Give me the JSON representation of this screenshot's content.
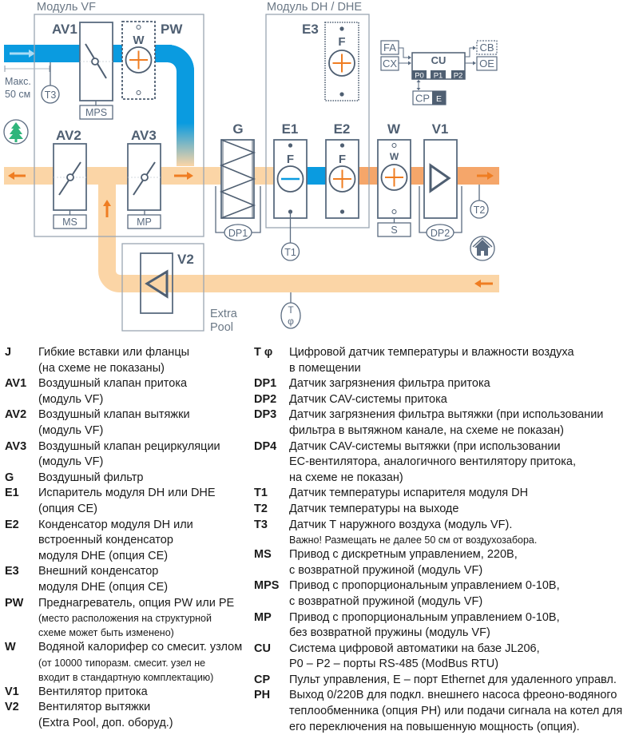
{
  "colors": {
    "outline": "#5a6b80",
    "module_border": "#9aa6b2",
    "fresh_air": "#0a9be0",
    "exhaust_air": "#fbd5a6",
    "warm_air": "#f5a66a",
    "accent_orange": "#ef7d22",
    "tree_green": "#2fb57b"
  },
  "diagram": {
    "modules": {
      "vf": "Модуль VF",
      "dh": "Модуль DH / DHE",
      "extra_pool_line1": "Extra",
      "extra_pool_line2": "Pool"
    },
    "components": {
      "av1": "AV1",
      "pw": "PW",
      "pw_inner": "W",
      "mps": "MPS",
      "av2": "AV2",
      "ms": "MS",
      "av3": "AV3",
      "mp": "MP",
      "g": "G",
      "dp1": "DP1",
      "e1": "E1",
      "e1_inner": "F",
      "e2": "E2",
      "e2_inner": "F",
      "e3": "E3",
      "e3_inner": "F",
      "w": "W",
      "w_inner": "W",
      "s": "S",
      "v1": "V1",
      "dp2": "DP2",
      "v2": "V2",
      "t1": "T1",
      "t2": "T2",
      "t3": "T3",
      "tphi_t": "T",
      "tphi_phi": "φ"
    },
    "intake_note_line1": "Макс.",
    "intake_note_line2": "50 см",
    "control": {
      "fa": "FA",
      "cx": "CX",
      "cu": "CU",
      "p0": "P0",
      "p1": "P1",
      "p2": "P2",
      "cb": "CB",
      "oe": "OE",
      "cp": "CP",
      "e": "E"
    },
    "icons": {
      "outdoor": "tree-icon",
      "indoor": "house-icon"
    }
  },
  "legend_left": [
    {
      "code": "J",
      "lines": [
        {
          "t": "Гибкие вставки или фланцы"
        },
        {
          "t": "(на схеме не показаны)"
        }
      ]
    },
    {
      "code": "AV1",
      "lines": [
        {
          "t": "Воздушный клапан притока"
        },
        {
          "t": "(модуль VF)"
        }
      ]
    },
    {
      "code": "AV2",
      "lines": [
        {
          "t": "Воздушный клапан вытяжки"
        },
        {
          "t": "(модуль VF)"
        }
      ]
    },
    {
      "code": "AV3",
      "lines": [
        {
          "t": "Воздушный клапан рециркуляции"
        },
        {
          "t": "(модуль VF)"
        }
      ]
    },
    {
      "code": "G",
      "lines": [
        {
          "t": "Воздушный фильтр"
        }
      ]
    },
    {
      "code": "E1",
      "lines": [
        {
          "t": "Испаритель модуля DH или DHE"
        },
        {
          "t": "(опция CE)"
        }
      ]
    },
    {
      "code": "E2",
      "lines": [
        {
          "t": "Конденсатор модуля DH или"
        },
        {
          "t": "встроенный конденсатор"
        },
        {
          "t": "модуля DHE (опция CE)"
        }
      ]
    },
    {
      "code": "E3",
      "lines": [
        {
          "t": "Внешний конденсатор"
        },
        {
          "t": "модуля DHE (опция CE)"
        }
      ]
    },
    {
      "code": "PW",
      "lines": [
        {
          "t": "Преднагреватель, опция PW или PE"
        },
        {
          "t": "(место расположения на структурной",
          "small": true
        },
        {
          "t": "схеме может быть изменено)",
          "small": true
        }
      ]
    },
    {
      "code": "W",
      "lines": [
        {
          "t": "Водяной калорифер со смесит. узлом"
        },
        {
          "t": "(от 10000 типоразм. смесит. узел не",
          "small": true
        },
        {
          "t": "входит в стандартную комплектацию)",
          "small": true
        }
      ]
    },
    {
      "code": "V1",
      "lines": [
        {
          "t": "Вентилятор притока"
        }
      ]
    },
    {
      "code": "V2",
      "lines": [
        {
          "t": "Вентилятор вытяжки"
        },
        {
          "t": "(Extra Pool, доп. оборуд.)"
        }
      ]
    }
  ],
  "legend_right": [
    {
      "code": "T φ",
      "lines": [
        {
          "t": "Цифровой датчик температуры и влажности воздуха"
        },
        {
          "t": "в помещении"
        }
      ]
    },
    {
      "code": "DP1",
      "lines": [
        {
          "t": "Датчик загрязнения фильтра притока"
        }
      ]
    },
    {
      "code": "DP2",
      "lines": [
        {
          "t": "Датчик CAV-системы притока"
        }
      ]
    },
    {
      "code": "DP3",
      "lines": [
        {
          "t": "Датчик загрязнения фильтра вытяжки (при использовании"
        },
        {
          "t": "фильтра в вытяжном канале, на схеме не показан)"
        }
      ]
    },
    {
      "code": "DP4",
      "lines": [
        {
          "t": "Датчик CAV-системы вытяжки (при использовании"
        },
        {
          "t": "EC-вентилятора, аналогичного вентилятору притока,"
        },
        {
          "t": "на схеме не показан)"
        }
      ]
    },
    {
      "code": "T1",
      "lines": [
        {
          "t": "Датчик температуры испарителя модуля DH"
        }
      ]
    },
    {
      "code": "T2",
      "lines": [
        {
          "t": "Датчик температуры на выходе"
        }
      ]
    },
    {
      "code": "T3",
      "lines": [
        {
          "t": "Датчик Т наружного воздуха (модуль VF)."
        },
        {
          "t": "Важно! Размещать не далее 50 см от воздухозабора.",
          "small": true
        }
      ]
    },
    {
      "code": "MS",
      "lines": [
        {
          "t": "Привод с дискретным управлением, 220В,"
        },
        {
          "t": "с возвратной пружиной (модуль VF)"
        }
      ]
    },
    {
      "code": "MPS",
      "lines": [
        {
          "t": "Привод с пропорциональным управлением 0-10В,"
        },
        {
          "t": "с возвратной пружиной (модуль VF)"
        }
      ]
    },
    {
      "code": "MP",
      "lines": [
        {
          "t": "Привод с пропорциональным управлением 0-10В,"
        },
        {
          "t": "без возвратной пружины (модуль VF)"
        }
      ]
    },
    {
      "code": "CU",
      "lines": [
        {
          "t": "Система цифровой автоматики на базе JL206,"
        },
        {
          "t": "P0 – P2 – порты RS-485 (ModBus RTU)"
        }
      ]
    },
    {
      "code": "CP",
      "lines": [
        {
          "t": "Пульт управления, E – порт Ethernet для удаленного управл."
        }
      ]
    },
    {
      "code": "PH",
      "lines": [
        {
          "t": "Выход 0/220В для подкл. внешнего насоса фреоно-водяного"
        },
        {
          "t": "теплообменника (опция PH) или подачи сигнала на котел для"
        },
        {
          "t": "его переключения на повышенную мощность (опция)."
        }
      ]
    }
  ]
}
